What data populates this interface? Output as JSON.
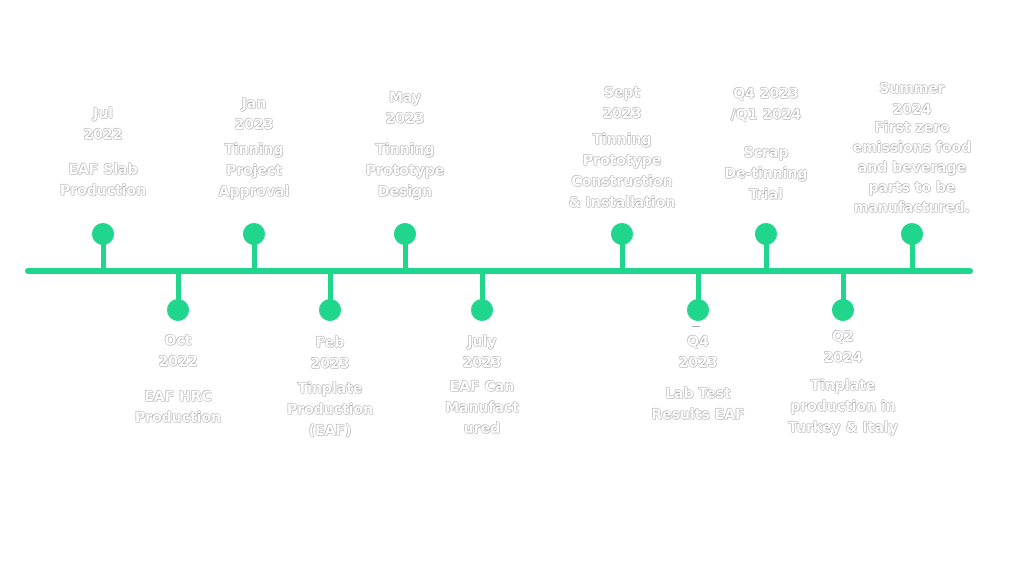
{
  "accent_color": "#1fd68c",
  "milestones": [
    {
      "date": "Jul\n2022",
      "description": "EAF Slab\nProduction",
      "side": "above"
    },
    {
      "date": "Oct\n2022",
      "description": "EAF HRC\nProduction",
      "side": "below"
    },
    {
      "date": "Jan\n2023",
      "description": "Tinning\nProject\nApproval",
      "side": "above"
    },
    {
      "date": "Feb\n2023",
      "description": "Tinplate\nProduction\n(EAF)",
      "side": "below"
    },
    {
      "date": "May\n2023",
      "description": "Tinning\nPrototype\nDesign",
      "side": "above"
    },
    {
      "date": "July\n2023",
      "description": "EAF Can\nManufact\nured",
      "side": "below"
    },
    {
      "date": "Sept\n2023",
      "description": "Tinning\nPrototype\nConstruction\n& Installation",
      "side": "above"
    },
    {
      "date": "Q4\n2023",
      "description": "Lab Test\nResults EAF",
      "side": "below"
    },
    {
      "date": "Q4 2023\n/Q1 2024",
      "description": "Scrap\nDe-tinning\nTrial",
      "side": "above"
    },
    {
      "date": "Q2\n2024",
      "description": "Tinplate\nproduction in\nTurkey & Italy",
      "side": "below"
    },
    {
      "date": "Summer\n2024",
      "description": "First zero\nemissions food\nand beverage\nparts to be\nmanufactured.",
      "side": "above"
    }
  ]
}
